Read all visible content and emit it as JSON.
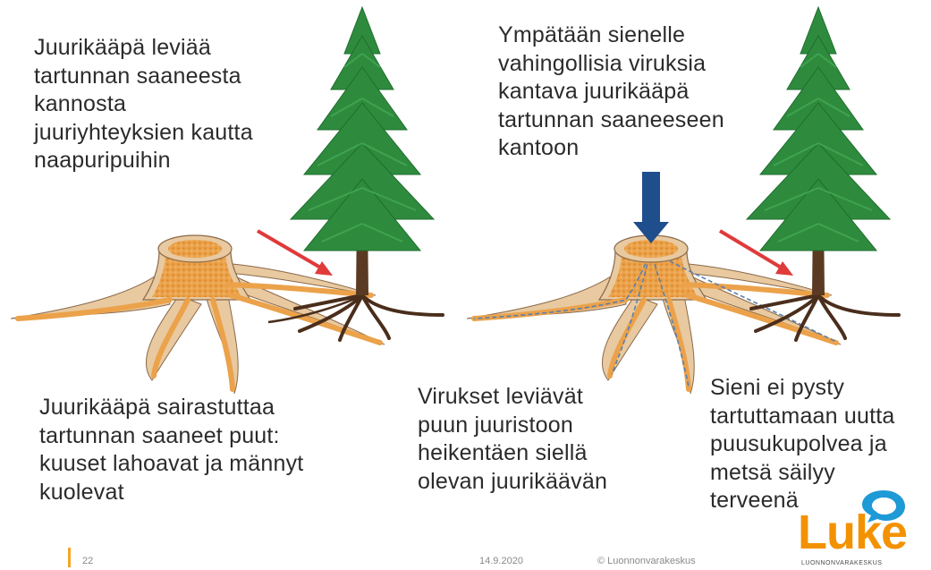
{
  "texts": {
    "top_left": "Juurikääpä leviää\ntartunnan saaneesta\nkannosta\njuuriyhteyksien kautta\nnaapuripuihin",
    "top_right": "Ympätään sienelle\nvahingollisia viruksia\nkantava juurikääpä\ntartunnan saaneeseen\nkantoon",
    "bottom_left": "Juurikääpä sairastuttaa\ntartunnan saaneet puut:\nkuuset lahoavat ja männyt\nkuolevat",
    "bottom_middle": "Virukset leviävät\npuun juuristoon\nheikentäen siellä\nolevan juurikäävän",
    "bottom_right": "Sieni ei pysty\ntartuttamaan uutta\npuusukupolvea ja\nmetsä säilyy\nterveenä"
  },
  "footer": {
    "page_number": "22",
    "date": "14.9.2020",
    "copyright": "© Luonnonvarakeskus"
  },
  "logo": {
    "word": "Luke",
    "subtitle": "LUONNONVARAKESKUS"
  },
  "colors": {
    "text": "#2b2b2b",
    "tree_green": "#2e8b3e",
    "root_brown": "#4a2e1c",
    "stump_tan": "#e8c9a0",
    "decay_orange": "#e6952e",
    "arrow_red": "#e03a3a",
    "arrow_blue": "#1f4e8c",
    "accent_orange": "#f39200",
    "logo_blue": "#1e9ad6"
  },
  "icons": [
    "tree-illustration",
    "stump-illustration",
    "red-arrow",
    "blue-arrow",
    "luke-logo"
  ]
}
